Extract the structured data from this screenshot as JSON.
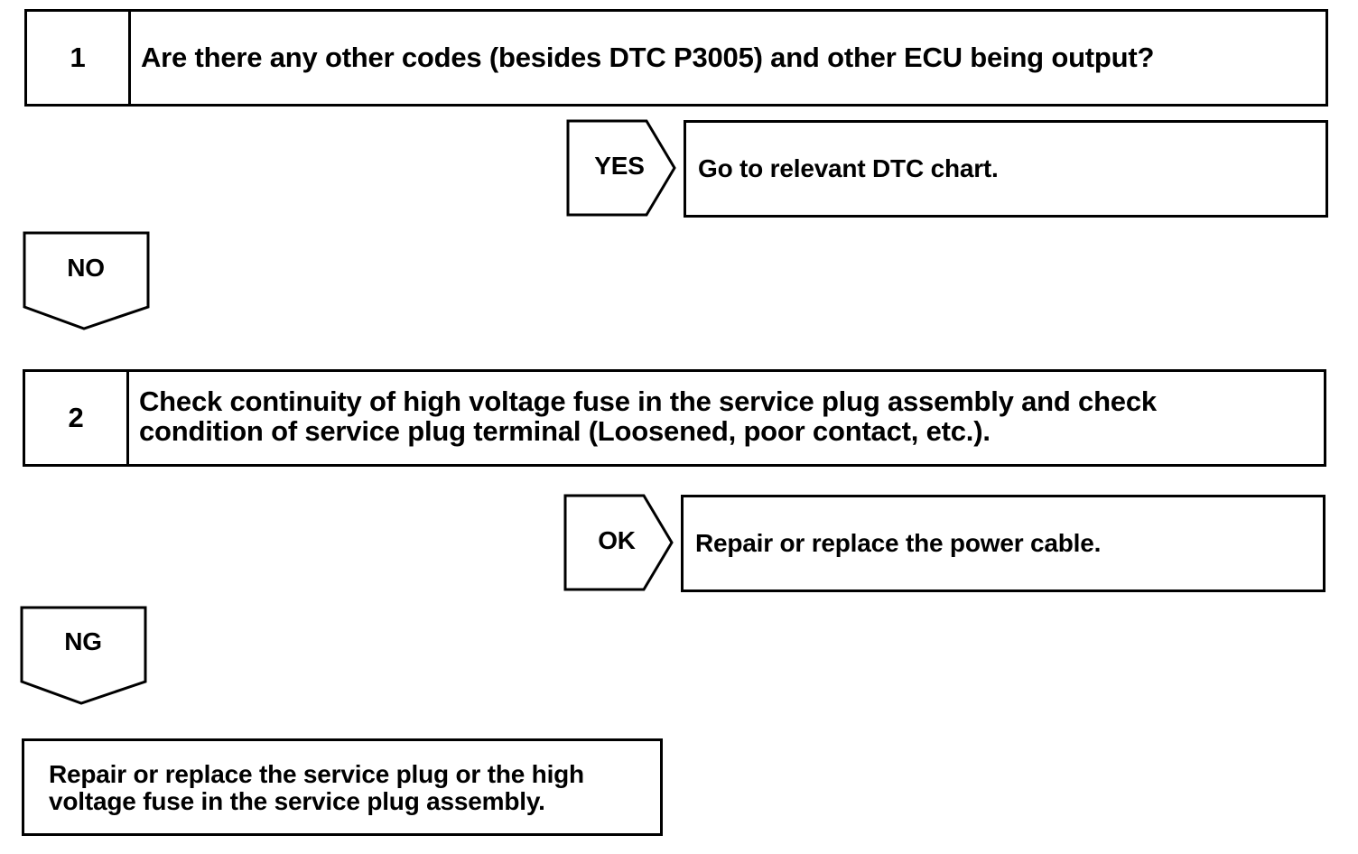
{
  "steps": [
    {
      "number": "1",
      "question": "Are there any other codes (besides DTC P3005) and other ECU being output?"
    },
    {
      "number": "2",
      "question_lines": [
        "Check continuity of high voltage fuse in the service plug assembly and check",
        "condition of service plug terminal (Loosened, poor contact, etc.)."
      ]
    }
  ],
  "branches": {
    "yes": {
      "label": "YES",
      "result": "Go to relevant DTC chart."
    },
    "no": {
      "label": "NO"
    },
    "ok": {
      "label": "OK",
      "result": "Repair or replace the power cable."
    },
    "ng": {
      "label": "NG"
    }
  },
  "final_result": {
    "lines": [
      "Repair or replace the service plug or the high",
      "voltage fuse in the service plug assembly."
    ]
  }
}
